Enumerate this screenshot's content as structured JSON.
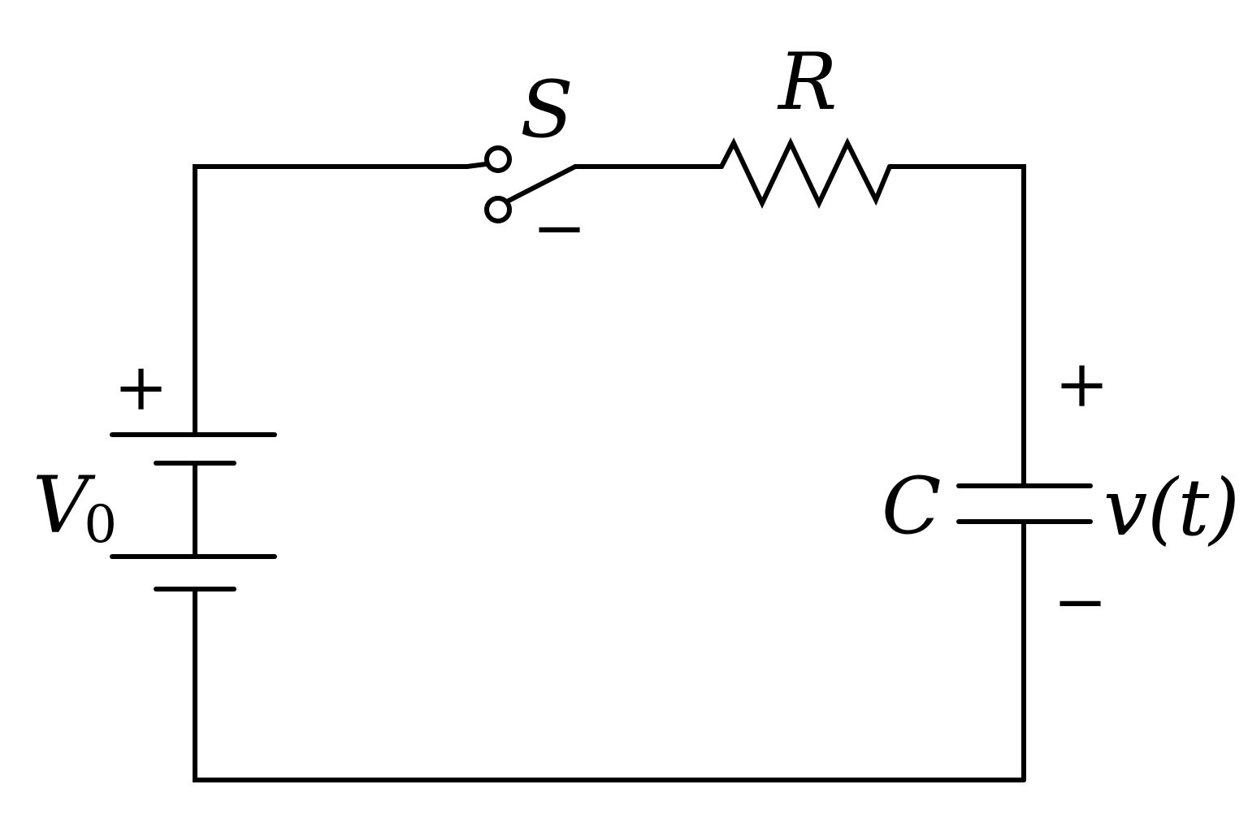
{
  "labels": {
    "switch": "S",
    "resistor": "R",
    "source_main": "V",
    "source_sub": "0",
    "capacitor": "C",
    "capacitor_voltage": "v(t)"
  },
  "signs": {
    "source_plus": "+",
    "cap_plus": "+",
    "cap_minus": "−",
    "switch_minus": "−"
  },
  "colors": {
    "line": "#000000",
    "background": "#ffffff"
  }
}
